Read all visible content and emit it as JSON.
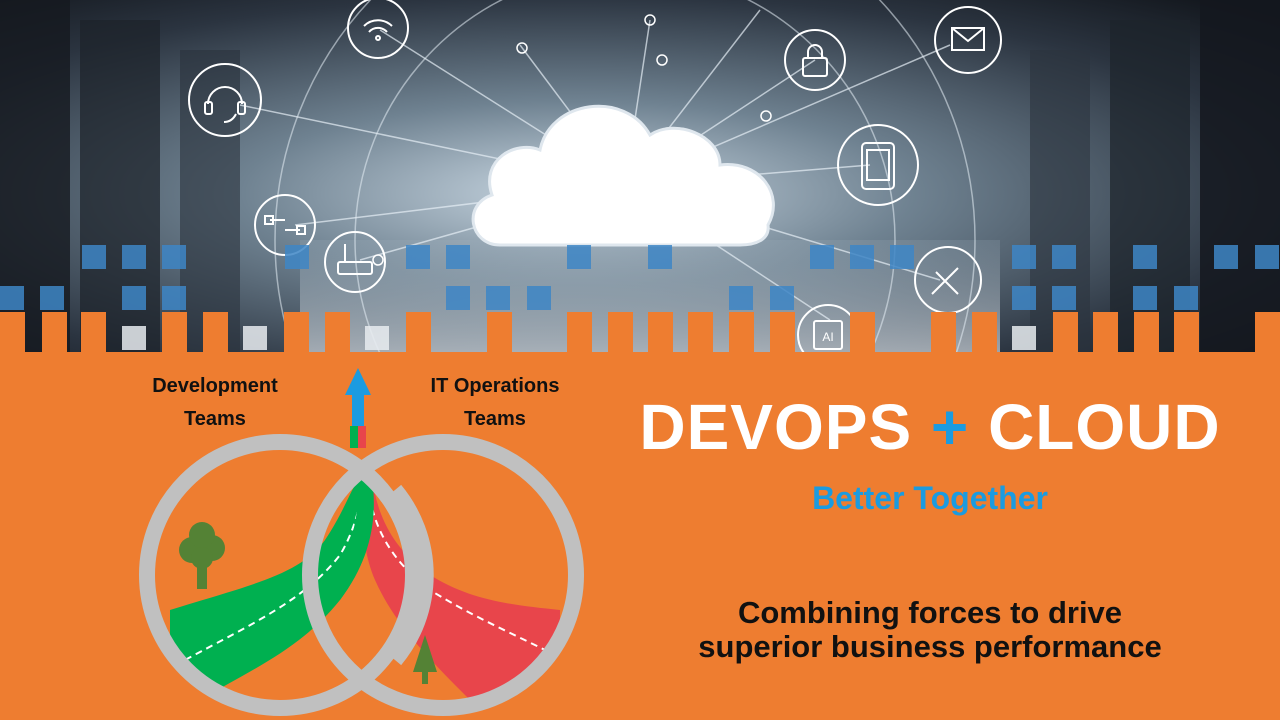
{
  "headline": {
    "part1": "DEVOPS",
    "plus": "+",
    "part2": "CLOUD"
  },
  "subtitle": "Better Together",
  "tagline": {
    "line1": "Combining forces to drive",
    "line2": "superior business performance"
  },
  "labels": {
    "development": {
      "line1": "Development",
      "line2": "Teams"
    },
    "operations": {
      "line1": "IT Operations",
      "line2": "Teams"
    }
  },
  "cloud_icons": {
    "ai_chip_text": "AI",
    "icons": [
      "headset-icon",
      "wifi-icon",
      "lock-icon",
      "mail-icon",
      "tablet-icon",
      "usb-cable-icon",
      "router-icon",
      "tools-icon",
      "ai-chip-icon",
      "cloud-icon"
    ]
  },
  "colors": {
    "orange": "#ee7d30",
    "blue_accent": "#1b9be0",
    "green_road": "#00b050",
    "red_road": "#e8454b",
    "ring_gray": "#c0c0c0"
  }
}
